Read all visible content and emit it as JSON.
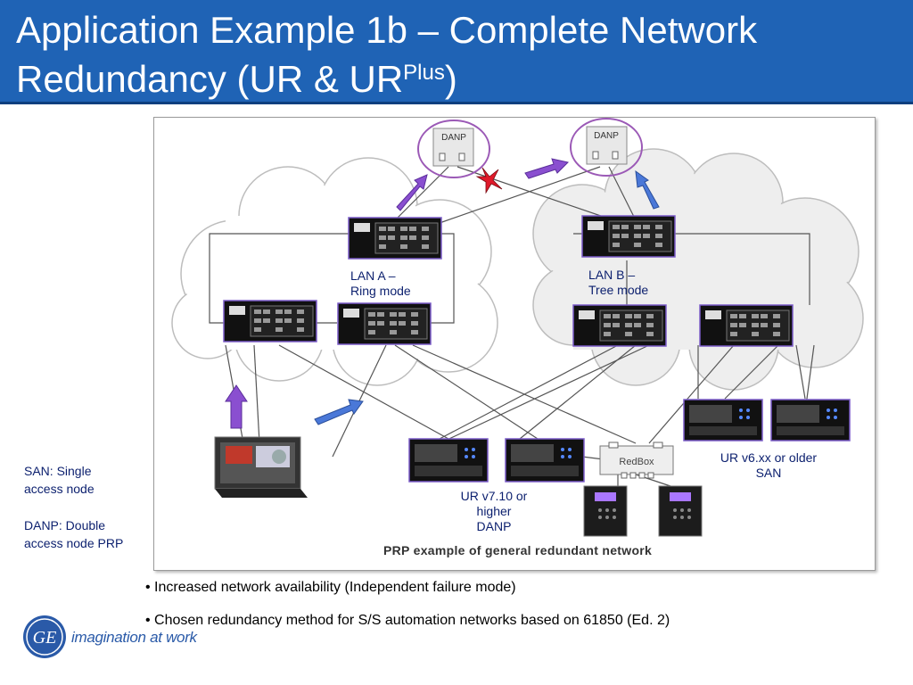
{
  "slide": {
    "title_line1": "Application Example 1b – Complete Network",
    "title_line2": "Redundancy  (UR & UR",
    "title_sup": "Plus",
    "title_close": ")"
  },
  "diagram": {
    "caption": "PRP example of general redundant network",
    "danp_left": "DANP",
    "danp_right": "DANP",
    "redbox": "RedBox",
    "lan_a_line1": "LAN A –",
    "lan_a_line2": "Ring mode",
    "lan_b_line1": "LAN B –",
    "lan_b_line2": "Tree mode",
    "ur_new_line1": "UR v7.10 or",
    "ur_new_line2": "higher",
    "ur_new_line3": "DANP",
    "ur_old_line1": "UR v6.xx or older",
    "ur_old_line2": "SAN"
  },
  "legend": {
    "san_line1": "SAN: Single",
    "san_line2": "access node",
    "danp_line1": "DANP: Double",
    "danp_line2": "access node PRP"
  },
  "bullets": [
    "• Increased network availability (Independent failure mode)",
    "• Chosen redundancy method for S/S automation networks based on 61850 (Ed. 2)"
  ],
  "branding": {
    "logo_text": "GE",
    "tagline": "imagination at work"
  },
  "colors": {
    "header": "#1f63b5",
    "label_text": "#0b1f6e",
    "arrow_purple": "#8a4fd0",
    "arrow_blue": "#4a78d8",
    "circle": "#9b59b6",
    "cross": "#e01a2a"
  }
}
